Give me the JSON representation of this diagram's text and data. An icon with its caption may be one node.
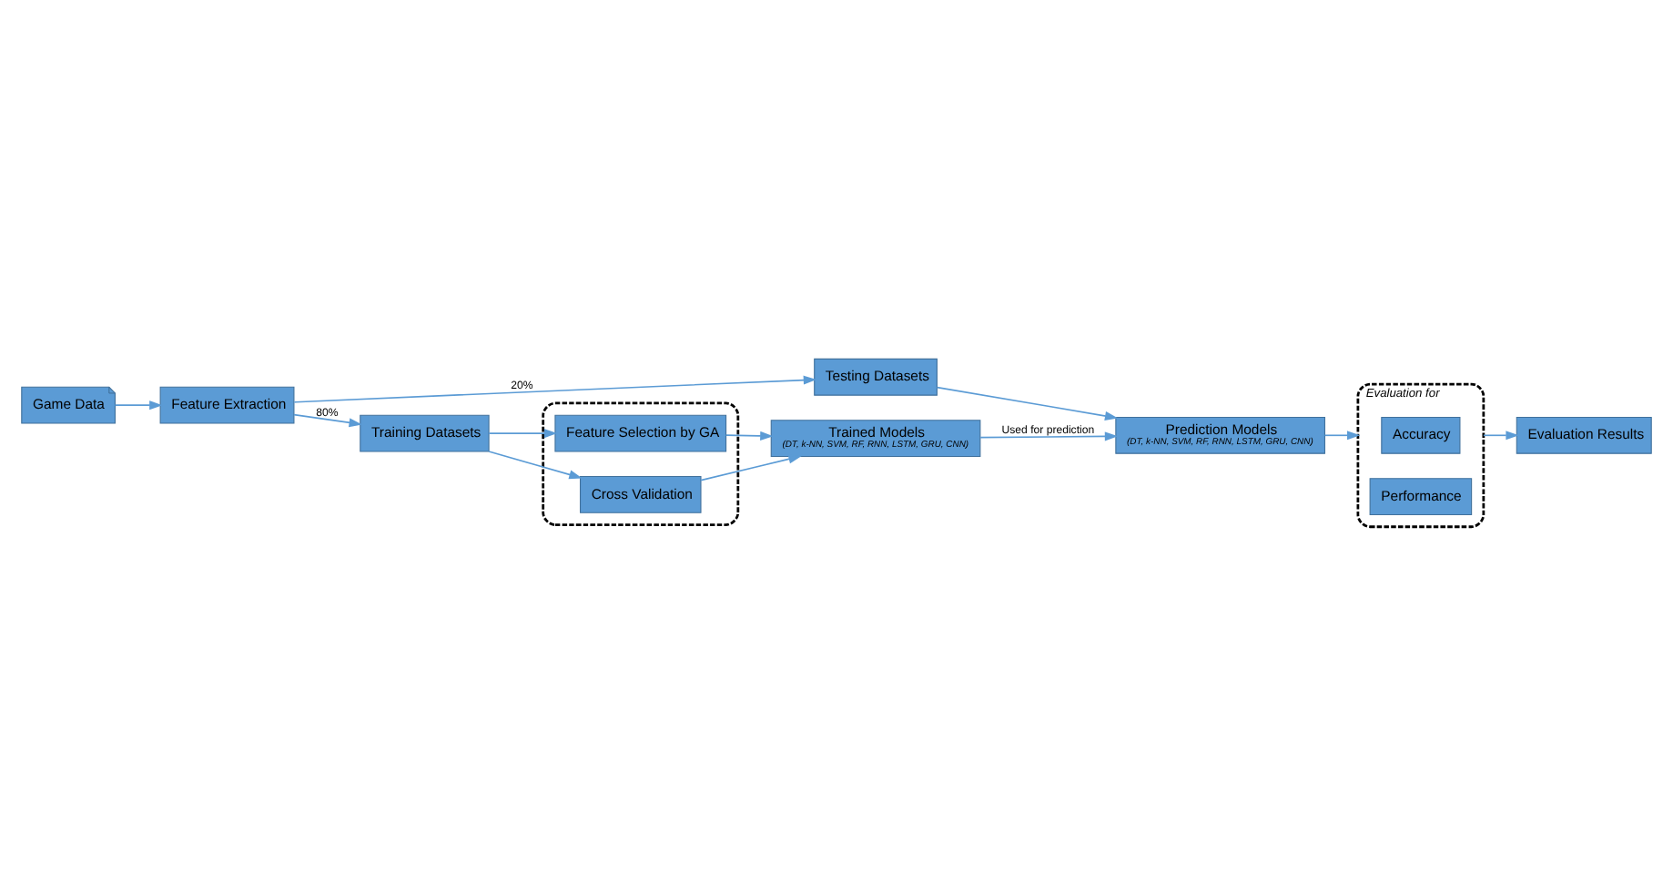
{
  "diagram": {
    "nodes": [
      {
        "text": [
          "Game Data"
        ]
      },
      {
        "text": [
          "Feature Extraction"
        ]
      },
      {
        "text": [
          "Testing Datasets"
        ]
      },
      {
        "text": [
          "Training Datasets"
        ]
      },
      {
        "text": [],
        "shape": "box"
      },
      {
        "text": [
          "Feature Selection by GA"
        ],
        "in": 4
      },
      {
        "text": [
          "Cross Validation"
        ],
        "in": 4
      },
      {
        "text": [
          "Trained Models",
          "(DT, k-NN, SVM, RF, RNN, LSTM, GRU, CNN)"
        ]
      },
      {
        "text": [
          "Prediction Models",
          "(DT, k-NN, SVM, RF, RNN, LSTM, GRU, CNN)"
        ]
      },
      {
        "text": [
          "Evaluation for"
        ]
      },
      {
        "text": [
          "Accuracy"
        ],
        "in": 9
      },
      {
        "text": [
          "Performance"
        ],
        "in": 9
      },
      {
        "text": [
          "Evaluation Results"
        ]
      }
    ],
    "edges": [
      {
        "from": 0,
        "to": 1,
        "arrow": "to"
      },
      {
        "from": 1,
        "to": 2,
        "arrow": "to",
        "label": "20%"
      },
      {
        "from": 1,
        "to": 3,
        "arrow": "to",
        "label": "80%"
      },
      {
        "from": 3,
        "to": 5,
        "arrow": "to"
      },
      {
        "from": 3,
        "to": 6,
        "arrow": "to"
      },
      {
        "from": 5,
        "to": 7,
        "arrow": "to"
      },
      {
        "from": 6,
        "to": 7,
        "arrow": "to"
      },
      {
        "from": 7,
        "to": 8,
        "arrow": "to",
        "label": "Used for prediction"
      },
      {
        "from": 2,
        "to": 8,
        "arrow": "to"
      },
      {
        "from": 8,
        "to": 9,
        "arrow": "to"
      },
      {
        "from": 9,
        "to": 12,
        "arrow": "to"
      }
    ]
  }
}
